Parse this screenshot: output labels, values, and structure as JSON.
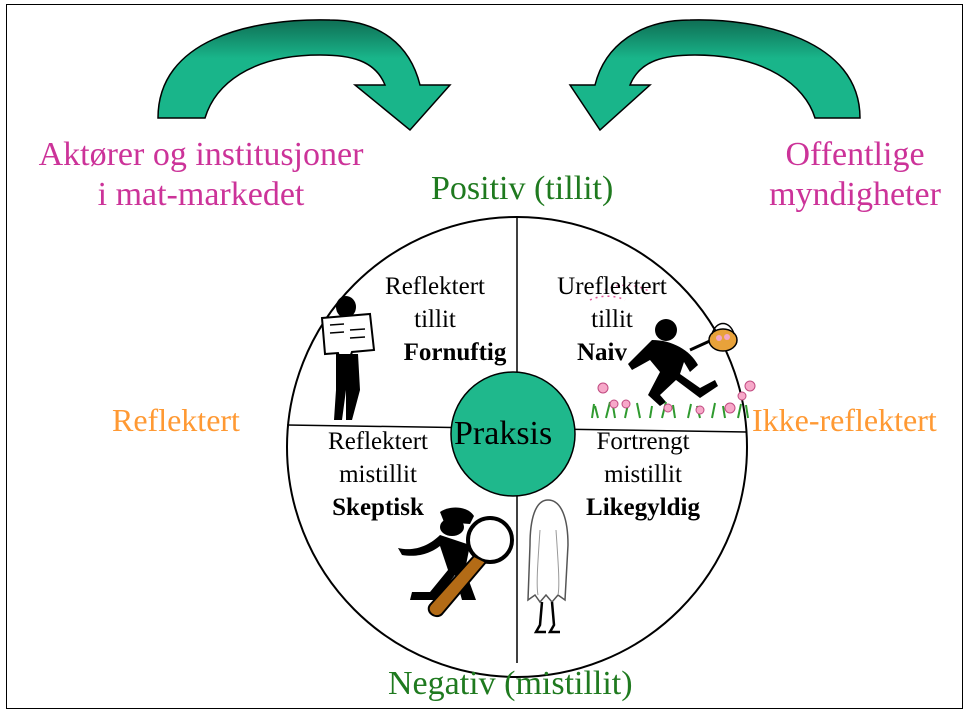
{
  "labels": {
    "top_left_line1": "Aktører og institusjoner",
    "top_left_line2": "i mat-markedet",
    "top_right_line1": "Offentlige",
    "top_right_line2": "myndigheter",
    "axis_top": "Positiv (tillit)",
    "axis_bottom": "Negativ (mistillit)",
    "axis_left": "Reflektert",
    "axis_right": "Ikke-reflektert",
    "center": "Praksis"
  },
  "quadrants": {
    "top_left": {
      "line1": "Reflektert",
      "line2": "tillit",
      "bold": "Fornuftig"
    },
    "top_right": {
      "line1": "Ureflektert",
      "line2": "tillit",
      "bold": "Naiv"
    },
    "bottom_left": {
      "line1": "Reflektert",
      "line2": "mistillit",
      "bold": "Skeptisk"
    },
    "bottom_right": {
      "line1": "Fortrengt",
      "line2": "mistillit",
      "bold": "Likegyldig"
    }
  },
  "colors": {
    "arrow_fill": "#19b58a",
    "arrow_dark": "#0f6e54",
    "circle_fill": "#1fb88c",
    "magenta": "#cc3399",
    "green": "#1f7a1f",
    "orange": "#ff9933"
  },
  "icons": [
    "newspaper-reader-icon",
    "running-figure-basket-icon",
    "flowers-grass-icon",
    "detective-magnifier-icon",
    "ghost-icon"
  ]
}
